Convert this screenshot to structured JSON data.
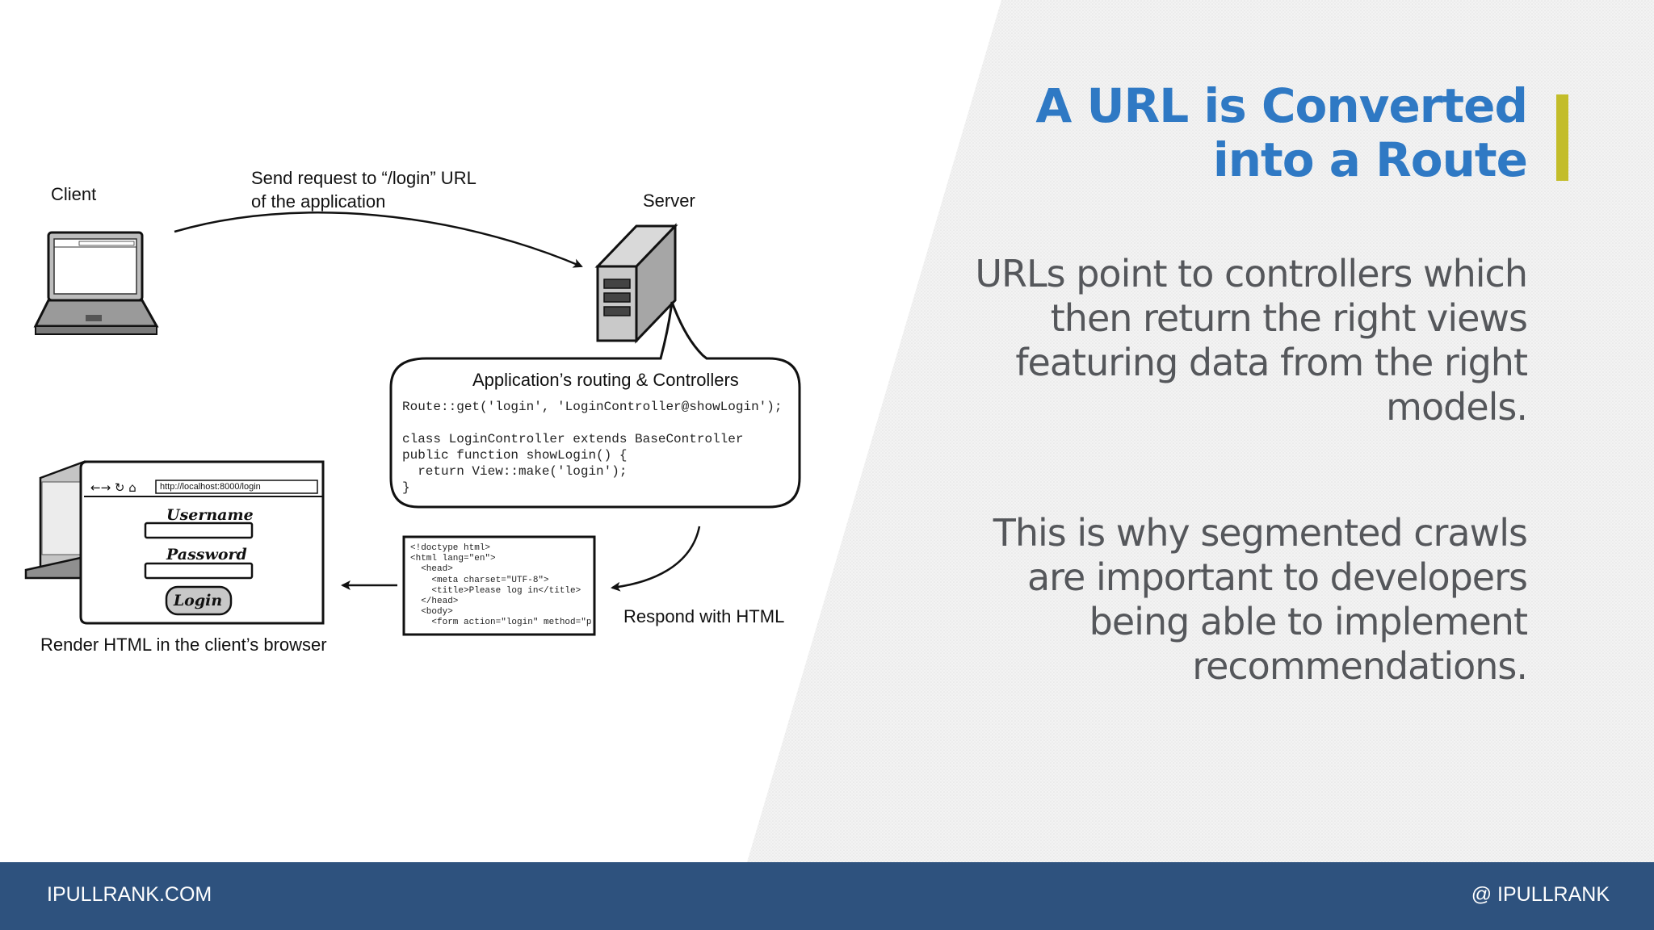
{
  "diagram": {
    "client_label": "Client",
    "request_label": "Send request to “/login” URL\nof the application",
    "server_label": "Server",
    "routing_title": "Application’s routing & Controllers",
    "routing_code": "Route::get('login', 'LoginController@showLogin');\n\nclass LoginController extends BaseController\npublic function showLogin() {\n  return View::make('login');\n}",
    "html_code": "<!doctype html>\n<html lang=\"en\">\n  <head>\n    <meta charset=\"UTF-8\">\n    <title>Please log in</title>\n  </head>\n  <body>\n    <form action=\"login\" method=\"p",
    "respond_label": "Respond with HTML",
    "render_label": "Render HTML in the client’s browser",
    "browser_url": "http://localhost:8000/login",
    "username_label": "Username",
    "password_label": "Password",
    "login_button": "Login"
  },
  "content": {
    "title": "A URL is Converted into a Route",
    "paragraph_1": "URLs point to controllers which then return the right views featuring data from the right models.",
    "paragraph_2": "This is why segmented crawls are important to developers being able to implement recommendations."
  },
  "footer": {
    "left": "IPULLRANK.COM",
    "right": "@ IPULLRANK"
  },
  "colors": {
    "title_blue": "#2f79c4",
    "accent_yellow": "#c3bd2a",
    "body_gray": "#55575b",
    "footer_blue": "#2e527e"
  }
}
